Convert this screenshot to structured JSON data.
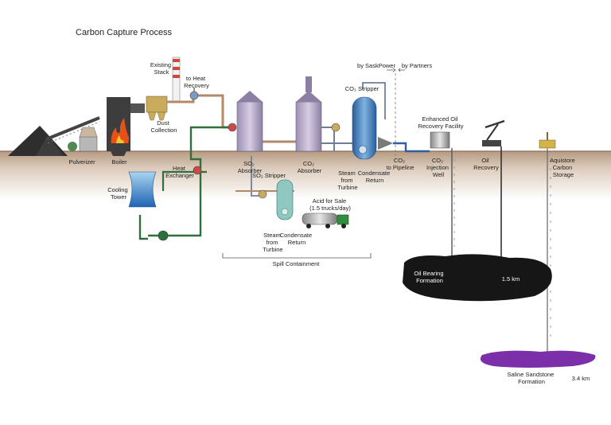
{
  "title": "Carbon Capture Process",
  "labels": {
    "existing_stack": [
      "Existing",
      "Stack"
    ],
    "to_heat_recovery": [
      "to Heat",
      "Recovery"
    ],
    "dust_collection": [
      "Dust",
      "Collection"
    ],
    "pulverizer": "Pulverizer",
    "boiler": "Boiler",
    "heat_exchanger": [
      "Heat",
      "Exchanger"
    ],
    "cooling_tower": [
      "Cooling",
      "Tower"
    ],
    "so2_absorber": [
      "SO₂",
      "Absorber"
    ],
    "co2_absorber": [
      "CO₂",
      "Absorber"
    ],
    "so2_stripper": "SO₂ Stripper",
    "co2_stripper": "CO₂ Stripper",
    "by_saskpower": "by SaskPower",
    "by_partners": "by Partners",
    "steam_turbine_left": [
      "Steam",
      "from",
      "Turbine"
    ],
    "condensate_left": [
      "Condensate",
      "Return"
    ],
    "steam_turbine_right": [
      "Steam",
      "from",
      "Turbine"
    ],
    "condensate_right": [
      "Condensate",
      "Return"
    ],
    "acid_for_sale": [
      "Acid for Sale",
      "(1.5 trucks/day)"
    ],
    "co2_pipeline": [
      "CO₂",
      "to Pipeline"
    ],
    "enhanced_oil": [
      "Enhanced Oil",
      "Recovery Facility"
    ],
    "co2_injection": [
      "CO₂",
      "Injection",
      "Well"
    ],
    "oil_recovery": [
      "Oil",
      "Recovery"
    ],
    "aquistore": [
      "Aquistore",
      "Carbon",
      "Storage"
    ],
    "spill_containment": "Spill Containment",
    "oil_formation": [
      "Oil Bearing",
      "Formation"
    ],
    "oil_depth": "1.5 km",
    "saline_formation": [
      "Saline Sandstone",
      "Formation"
    ],
    "saline_depth": "3.4 km"
  },
  "colors": {
    "ground": "#c6b3a0",
    "steam_pipe": "#2f6f3c",
    "flue_pipe": "#b08a6a",
    "co2_pipe": "#6f7f9a",
    "absorber": "#b9aac8",
    "stripper_blue": "#3f7fc4",
    "oil": "#1a1a1a",
    "saline": "#7b2fa8",
    "fire": "#e8501a"
  }
}
